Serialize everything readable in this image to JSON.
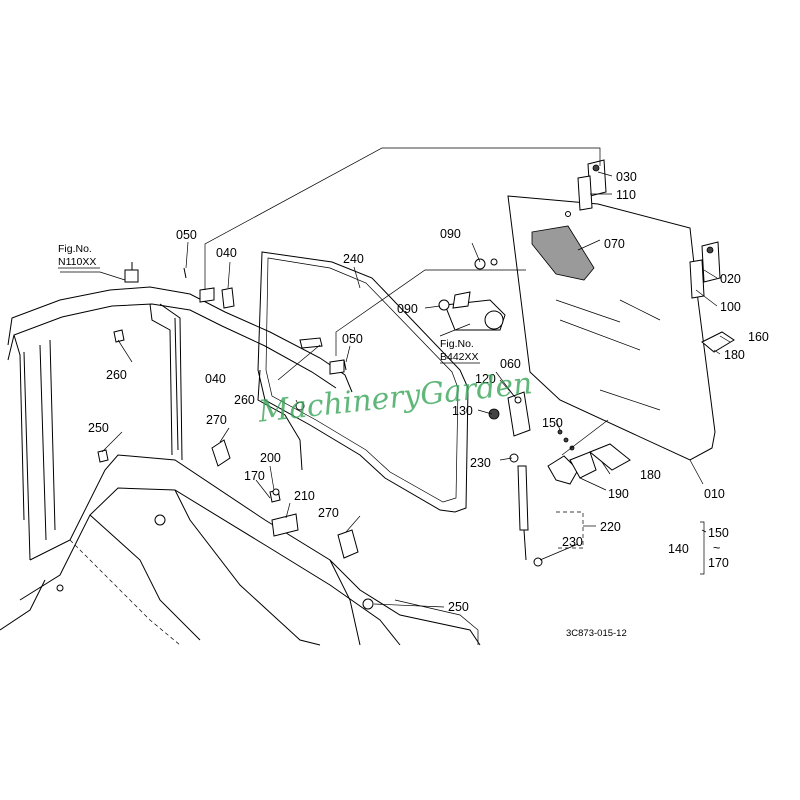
{
  "labels": {
    "l010": "010",
    "l020": "020",
    "l030": "030",
    "l040a": "040",
    "l040b": "040",
    "l050a": "050",
    "l050b": "050",
    "l060": "060",
    "l070": "070",
    "l090a": "090",
    "l090b": "090",
    "l100": "100",
    "l110": "110",
    "l120": "120",
    "l130": "130",
    "l140": "140",
    "l150a": "150",
    "l150b": "150",
    "tilde": "~",
    "l170a": "170",
    "l170b": "170",
    "l160": "160",
    "l180a": "180",
    "l180b": "180",
    "l190": "190",
    "l200": "200",
    "l210": "210",
    "l220": "220",
    "l230a": "230",
    "l230b": "230",
    "l240": "240",
    "l250a": "250",
    "l250b": "250",
    "l260a": "260",
    "l260b": "260",
    "l270a": "270",
    "l270b": "270"
  },
  "fig_refs": {
    "n110_title": "Fig.No.",
    "n110_code": "N110XX",
    "b442_title": "Fig.No.",
    "b442_code": "B442XX"
  },
  "drawing_code": "3C873-015-12",
  "watermark": "MachineryGarden"
}
